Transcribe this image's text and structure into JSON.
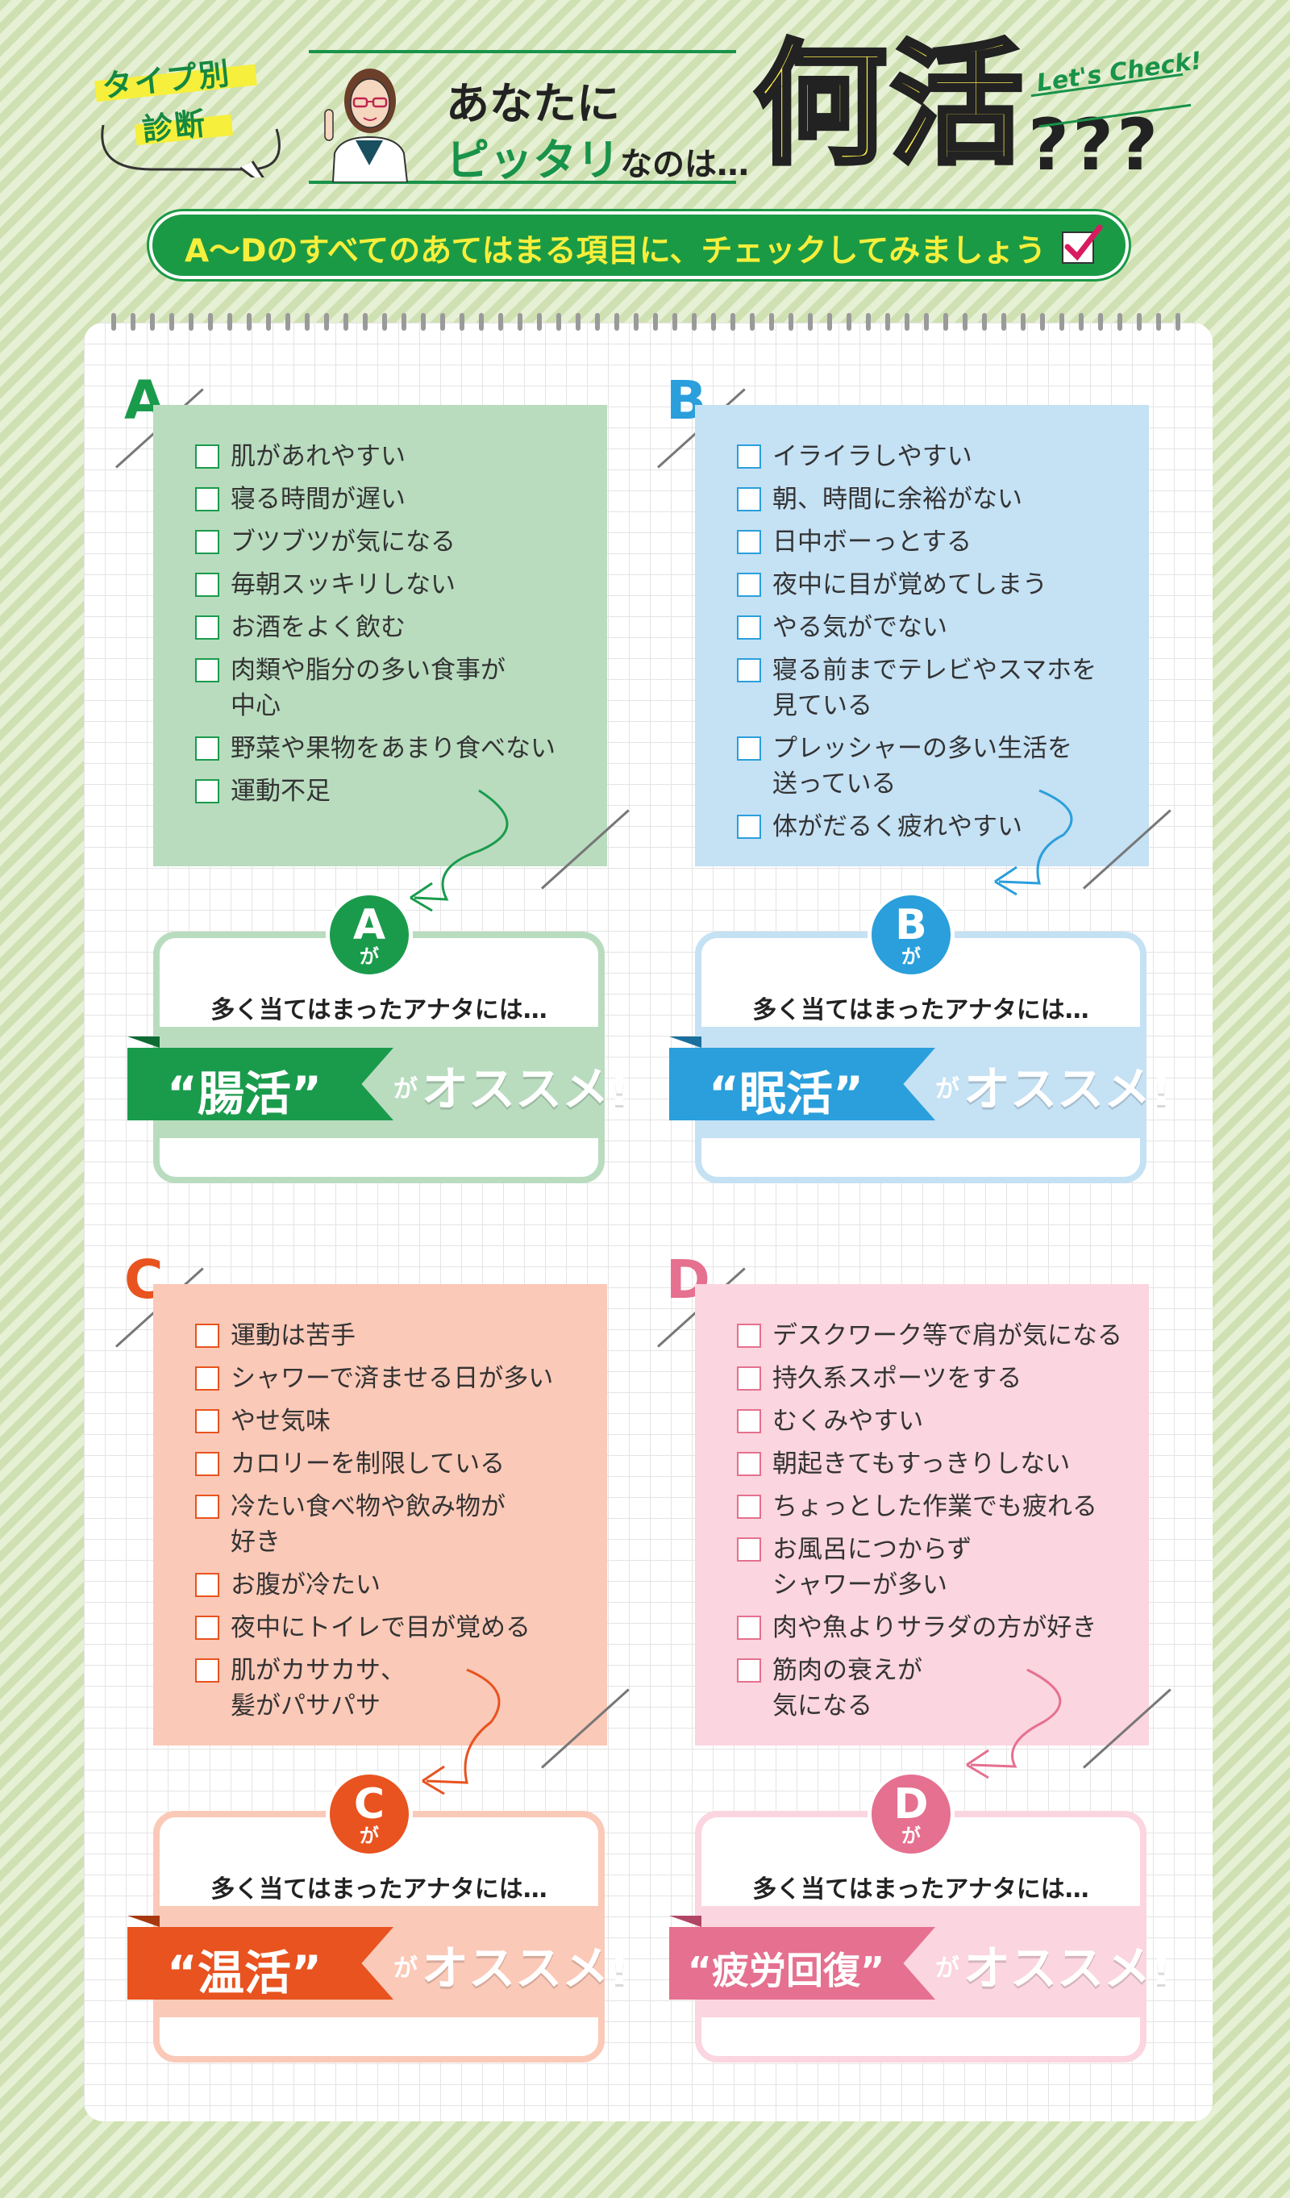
{
  "header": {
    "badge_line1": "タイプ別",
    "badge_line2": "診断",
    "title_line1": "あなたに",
    "title_line2_highlight": "ピッタリ",
    "title_line2_rest": "なのは…",
    "big_title": "何活",
    "question_marks": "???",
    "lets_check": "Let's Check!"
  },
  "instruction": "A〜Dのすべてのあてはまる項目に、チェックしてみましょう",
  "result_subtitle": "多く当てはまったアナタには…",
  "ga": "が",
  "osusume": "オススメ!",
  "sections": [
    {
      "letter": "A",
      "color": "#1a9b4c",
      "panel_color": "#b9dcbf",
      "items": [
        "肌があれやすい",
        "寝る時間が遅い",
        "ブツブツが気になる",
        "毎朝スッキリしない",
        "お酒をよく飲む",
        "肉類や脂分の多い食事が\n中心",
        "野菜や果物をあまり食べない",
        "運動不足"
      ],
      "result": "“腸活”"
    },
    {
      "letter": "B",
      "color": "#2a9fdc",
      "panel_color": "#c5e1f4",
      "items": [
        "イライラしやすい",
        "朝、時間に余裕がない",
        "日中ボーっとする",
        "夜中に目が覚めてしまう",
        "やる気がでない",
        "寝る前までテレビやスマホを\n見ている",
        "プレッシャーの多い生活を\n送っている",
        "体がだるく疲れやすい"
      ],
      "result": "“眠活”"
    },
    {
      "letter": "C",
      "color": "#e8531f",
      "panel_color": "#fbc9b8",
      "items": [
        "運動は苦手",
        "シャワーで済ませる日が多い",
        "やせ気味",
        "カロリーを制限している",
        "冷たい食べ物や飲み物が\n好き",
        "お腹が冷たい",
        "夜中にトイレで目が覚める",
        "肌がカサカサ、\n髪がパサパサ"
      ],
      "result": "“温活”"
    },
    {
      "letter": "D",
      "color": "#e5708f",
      "panel_color": "#fbd5df",
      "items": [
        "デスクワーク等で肩が気になる",
        "持久系スポーツをする",
        "むくみやすい",
        "朝起きてもすっきりしない",
        "ちょっとした作業でも疲れる",
        "お風呂につからず\nシャワーが多い",
        "肉や魚よりサラダの方が好き",
        "筋肉の衰えが\n気になる"
      ],
      "result": "“疲労回復”"
    }
  ]
}
